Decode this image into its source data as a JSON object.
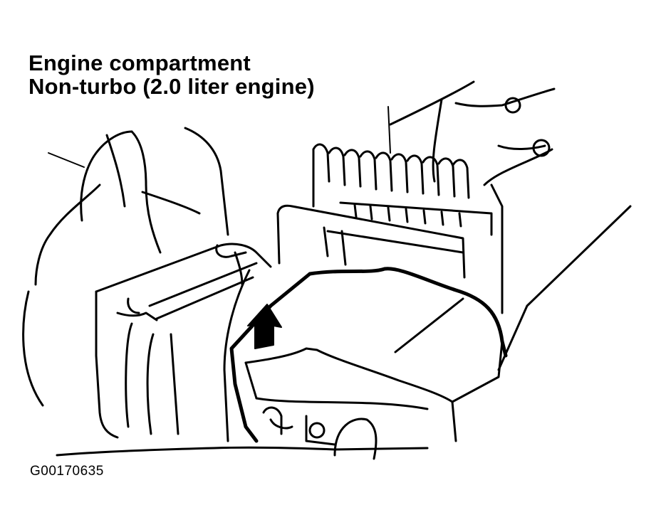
{
  "caption": {
    "line1": "Engine compartment",
    "line2": "Non-turbo (2.0 liter engine)"
  },
  "figure_id": "G00170635",
  "icons": {
    "arrow": "up-arrow-icon"
  }
}
